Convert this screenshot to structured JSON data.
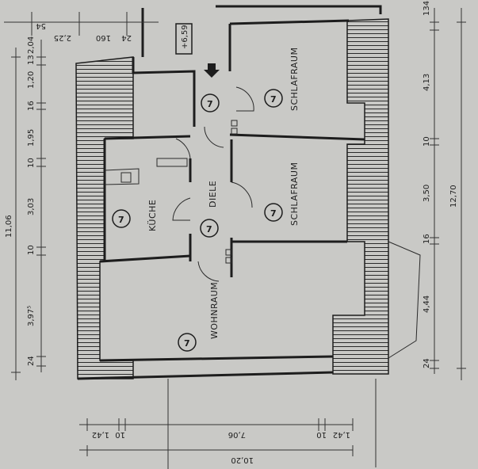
{
  "rooms": {
    "schlafraum_1": "SCHLAFRAUM",
    "schlafraum_2": "SCHLAFRAUM",
    "diele": "DIELE",
    "kueche": "KÜCHE",
    "wohnraum": "WOHNRAUM"
  },
  "room_marker": "7",
  "level_marker": "+6,59",
  "top_dims": [
    "2,25",
    "160",
    "24",
    "54"
  ],
  "left_dims": [
    "2,04",
    "13",
    "1,20",
    "16",
    "1,95",
    "10",
    "3,03",
    "10",
    "3,97⁵",
    "24",
    "11,06"
  ],
  "right_dims": [
    "134",
    "4,13",
    "10",
    "3,50",
    "16",
    "4,44",
    "24",
    "12,70"
  ],
  "bottom_dims": [
    "1,42",
    "10",
    "7,06",
    "10",
    "1,42",
    "10,20"
  ]
}
